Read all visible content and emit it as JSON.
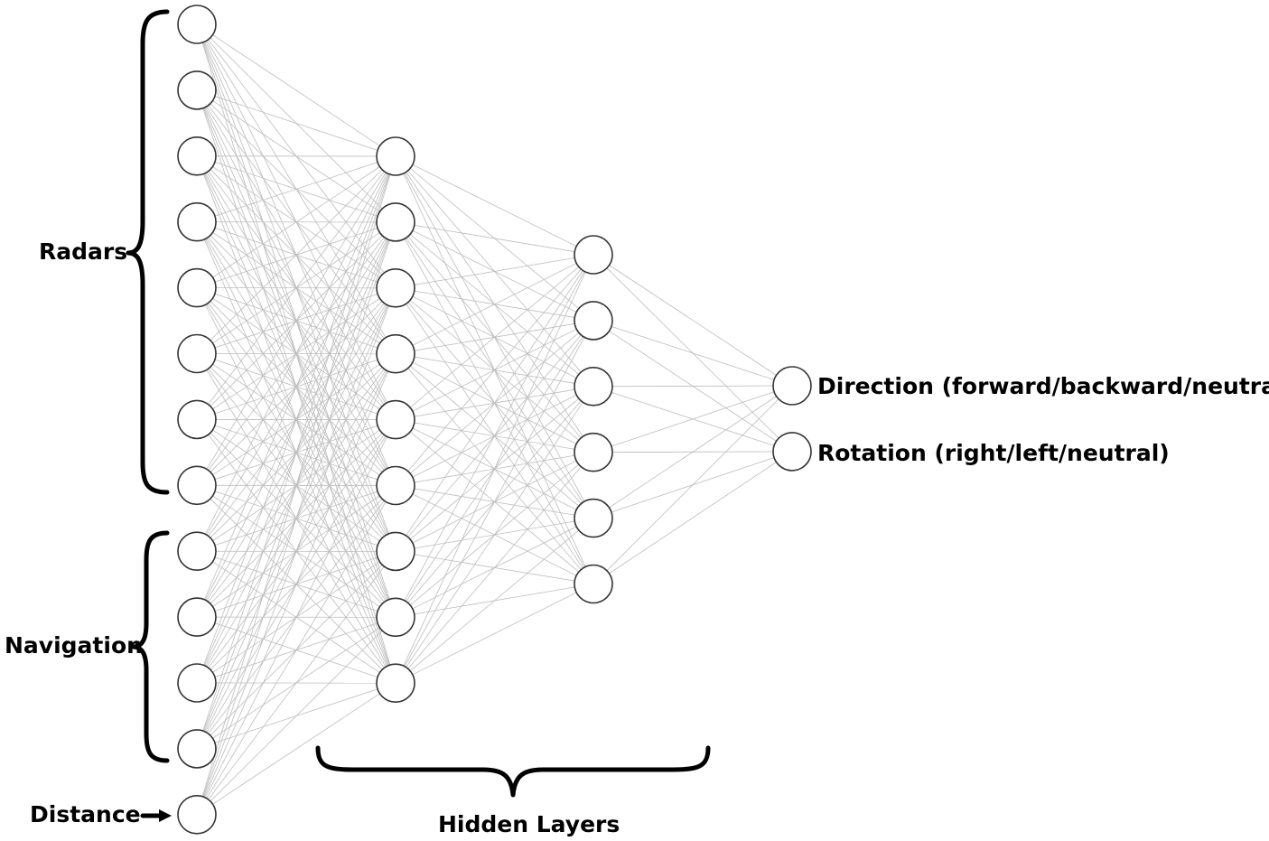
{
  "diagram": {
    "group_labels": {
      "radars": "Radars",
      "navigation": "Navigation",
      "distance": "Distance",
      "hidden_layers": "Hidden Layers"
    },
    "output_labels": [
      "Direction (forward/backward/neutral)",
      "Rotation (right/left/neutral)"
    ],
    "layers": [
      {
        "name": "input",
        "neurons": 13
      },
      {
        "name": "hidden-1",
        "neurons": 9
      },
      {
        "name": "hidden-2",
        "neurons": 6
      },
      {
        "name": "output",
        "neurons": 2
      }
    ],
    "fully_connected": true,
    "colors": {
      "edge": "#bdbdbd",
      "neuron_stroke": "#333333",
      "text": "#000000"
    }
  }
}
